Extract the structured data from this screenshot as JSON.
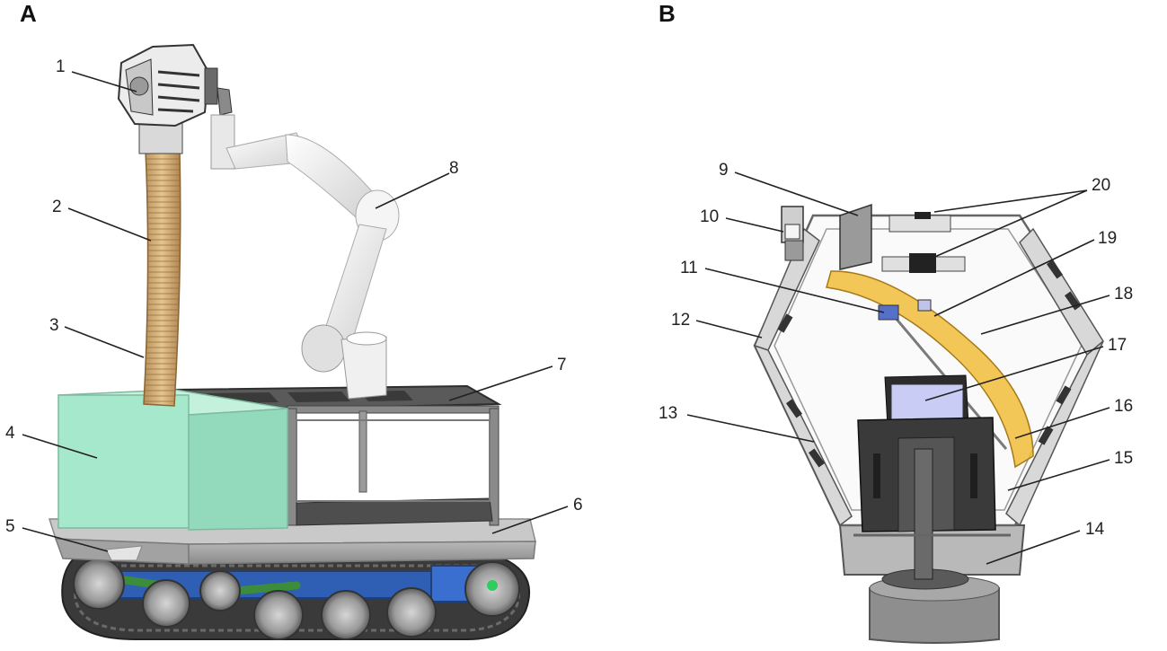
{
  "panels": [
    {
      "letter": "A",
      "callouts": [
        "1",
        "2",
        "3",
        "4",
        "5",
        "6",
        "7",
        "8"
      ]
    },
    {
      "letter": "B",
      "callouts": [
        "9",
        "10",
        "11",
        "12",
        "13",
        "14",
        "15",
        "16",
        "17",
        "18",
        "19",
        "20"
      ]
    }
  ],
  "colors": {
    "box_green": "#a6e8cc",
    "tube_tan": "#d8b27c",
    "track_dark": "#3e3e3e",
    "chassis_blue": "#2f5fb4",
    "arm_white": "#f2f2f2",
    "flap_yellow": "#f0b92e",
    "sensor_blue": "#c9ccf4"
  }
}
